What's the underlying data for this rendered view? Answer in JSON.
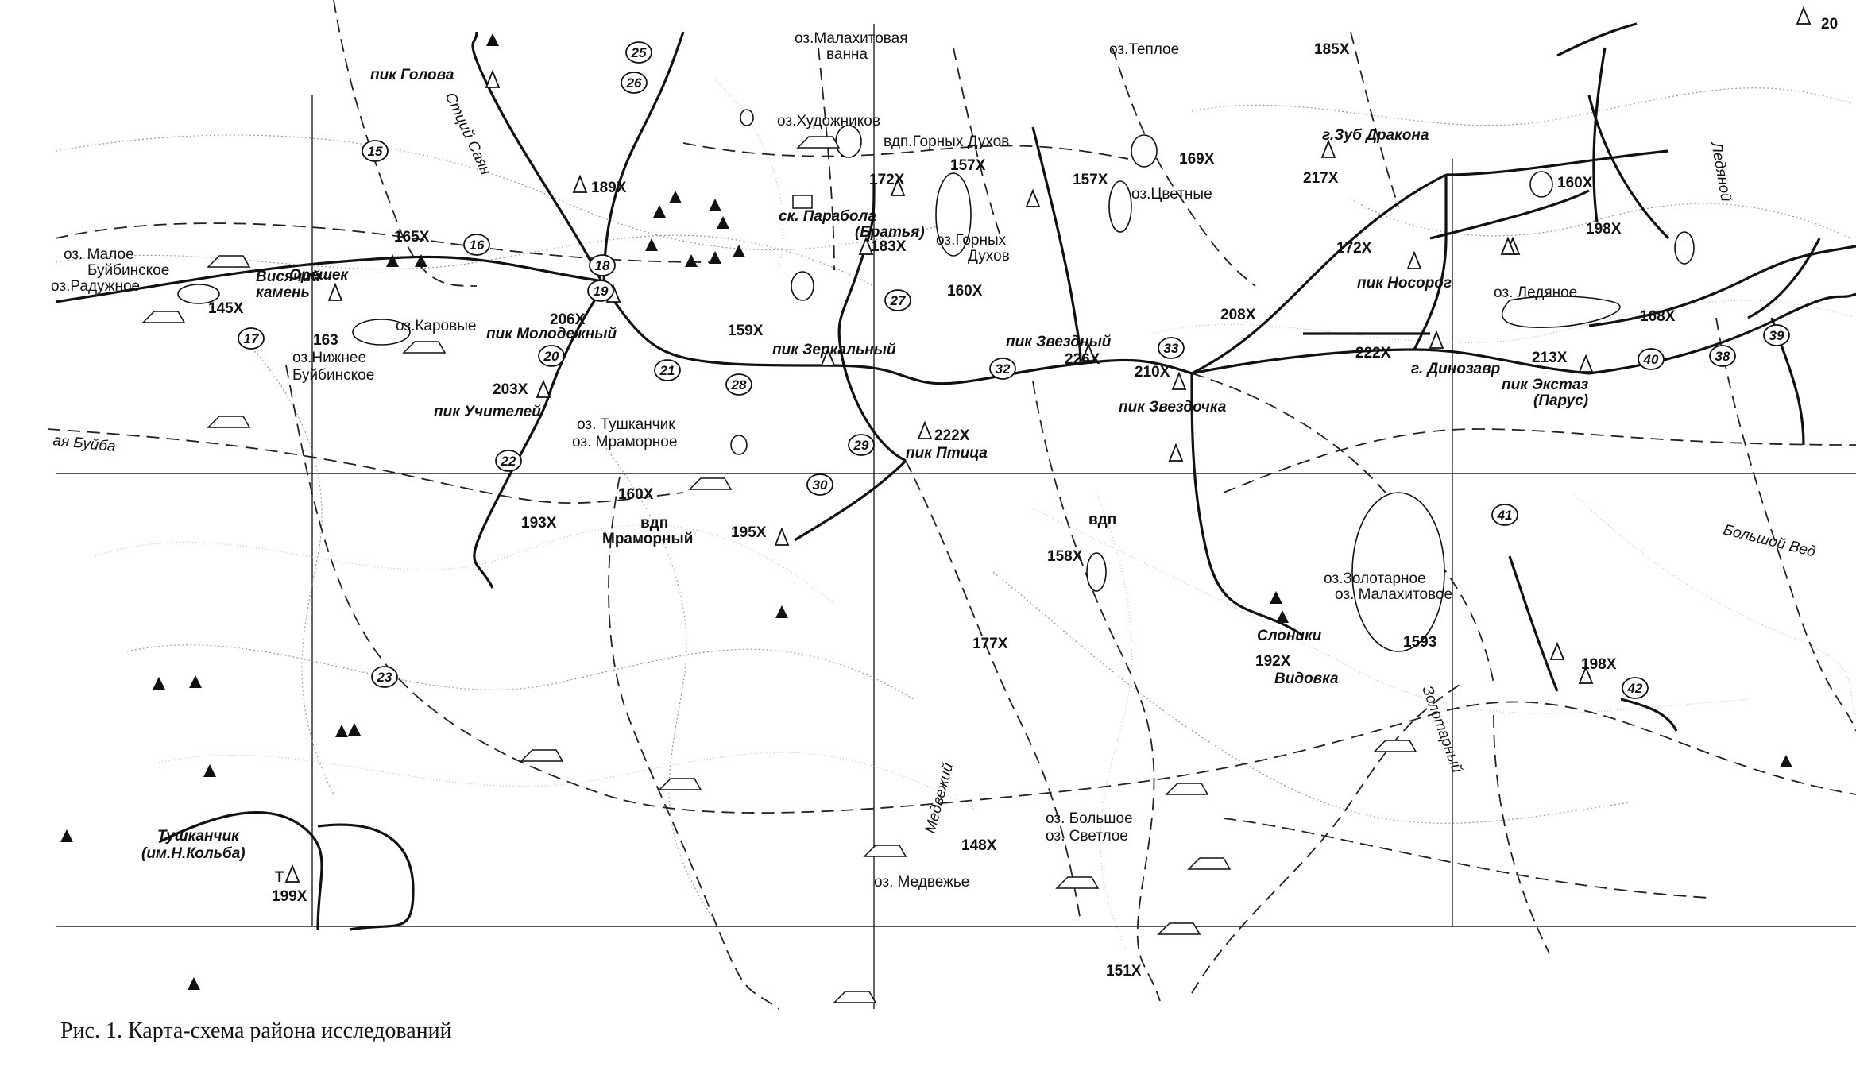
{
  "caption": "Рис. 1. Карта-схема района исследований",
  "corner_label": "20",
  "lakes": {
    "malakhitovaya": "оз.Малахитовая",
    "vanna": "ванна",
    "teploe": "оз.Теплое",
    "khudozhnikov": "оз.Художников",
    "gornykh_dukhov": "оз.Горных",
    "gornykh_dukhov_2": "Духов",
    "tsvetnye": "оз.Цветные",
    "ledyanoe": "оз. Ледяное",
    "maloe_buybinskoe_1": "оз. Малое",
    "maloe_buybinskoe_2": "Буйбинское",
    "radyzhnoe": "оз.Радужное",
    "karovye": "оз.Каровые",
    "nizhnee_1": "оз.Нижнее",
    "nizhnee_2": "Буйбинское",
    "tushkanchik": "оз. Тушканчик",
    "mramornoe": "оз. Мраморное",
    "zolotarnoe": "оз.Золотарное",
    "malakhitovoe": "оз. Малахитовое",
    "bolshoe": "оз. Большое",
    "svetloe": "оз. Светлое",
    "medvezhye": "оз. Медвежье"
  },
  "peaks": {
    "golova": "пик Голова",
    "zub_drakona": "г.Зуб Дракона",
    "nosorog": "пик Носорог",
    "dinozavr": "г. Динозавр",
    "ekstaz": "пик Экстаз",
    "parus": "(Парус)",
    "zvezdny": "пик Звездный",
    "zvezdochka": "пик Звездочка",
    "zerkalny": "пик Зеркальный",
    "molodezhny": "пик Молодежный",
    "uchitel": "пик Учителей",
    "ptitsa": "пик Птица",
    "oreshek": "Орешек",
    "visyachy_1": "Висячий",
    "visyachy_2": "камень",
    "slonyki": "Слоники",
    "vidovka": "Видовка",
    "tushkanchik_1": "Тушканчик",
    "tushkanchik_2": "(им.Н.Кольба)"
  },
  "passes": {
    "gornykh_dukhov": "вдп.Горных Духов",
    "mramorny_1": "вдп",
    "mramorny_2": "Мраморный",
    "vdp": "вдп",
    "parabola_1": "ск. Парабола",
    "parabola_2": "(Братья)"
  },
  "rivers": {
    "stsiy_sayan": "Стций Саян",
    "buyba": "ая Буйба",
    "bolshoy_ved": "Большой Вед",
    "zolotarny": "Золотарный",
    "medvezhy": "Медвежий",
    "ledyanoy": "Ледяной"
  },
  "elevations": [
    "185X",
    "157X",
    "169X",
    "160X",
    "217X",
    "198X",
    "172X",
    "168X",
    "208X",
    "222X",
    "213X",
    "226X",
    "210X",
    "222X",
    "172X",
    "183X",
    "160X",
    "157X",
    "189X",
    "165X",
    "145X",
    "163",
    "206X",
    "203X",
    "159X",
    "160X",
    "193X",
    "195X",
    "158X",
    "177X",
    "192X",
    "198X",
    "148X",
    "199X",
    "151X",
    "1593",
    "T"
  ],
  "stations": [
    "15",
    "16",
    "17",
    "18",
    "19",
    "20",
    "21",
    "22",
    "23",
    "25",
    "26",
    "27",
    "28",
    "29",
    "30",
    "32",
    "33",
    "38",
    "39",
    "40",
    "41",
    "42"
  ]
}
